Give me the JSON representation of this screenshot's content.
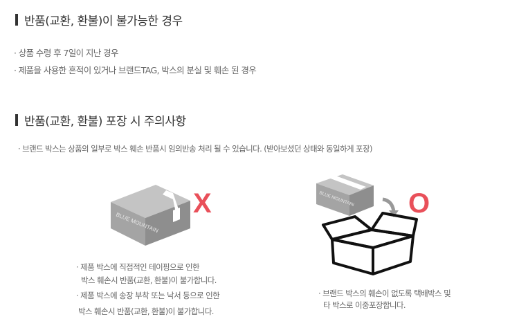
{
  "section1": {
    "title": "반품(교환, 환불)이 불가능한 경우",
    "items": [
      "· 상품 수령 후 7일이 지난 경우",
      "· 제품을 사용한 흔적이 있거나 브랜드TAG, 박스의 분실 및 훼손 된 경우"
    ]
  },
  "section2": {
    "title": "반품(교환, 환불) 포장 시 주의사항",
    "note": "· 브랜드 박스는 상품의 일부로 박스 훼손 반품시 임의반송 처리 될 수 있습니다. (받아보셨던 상태와 동일하게 포장)",
    "wrong": {
      "mark": "X",
      "box_label": "BLUE MOUNTAIN",
      "lines": [
        "· 제품 박스에 직접적인 테이핑으로 인한",
        "박스 훼손시 반품(교환, 환불)이 불가합니다.",
        "· 제품 박스에 송장 부착 또는 낙서 등으로 인한",
        "박스 훼손시 반품(교환, 환불)이 불가합니다."
      ]
    },
    "right": {
      "mark": "O",
      "box_label": "BLUE MOUNTAIN",
      "lines": [
        "· 브랜드 박스의 훼손이 없도록 택배박스 및",
        "타 박스로 이중포장합니다."
      ]
    }
  },
  "colors": {
    "mark": "#e9505a",
    "box": "#a8a8a8"
  }
}
